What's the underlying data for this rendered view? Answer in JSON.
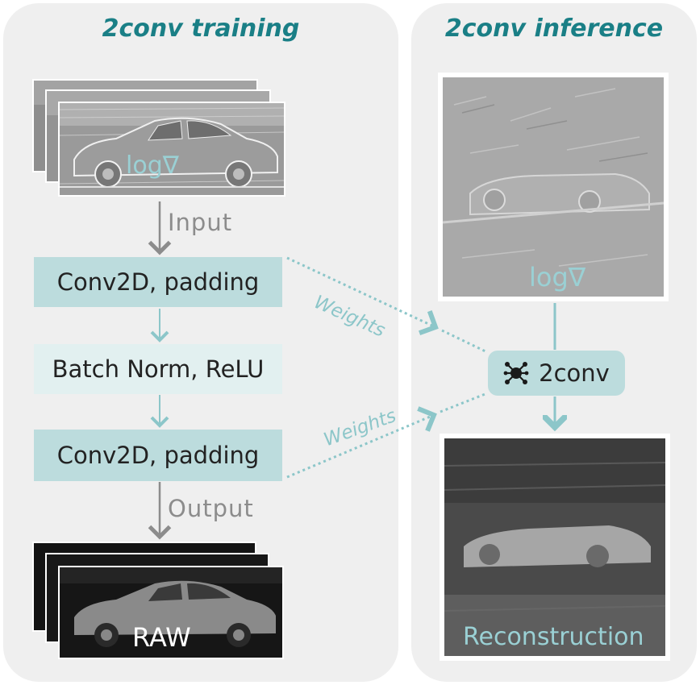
{
  "panels": {
    "left_title": "2conv training",
    "right_title": "2conv inference"
  },
  "flow": {
    "input_label": "Input",
    "output_label": "Output",
    "conv1": "Conv2D, padding",
    "bn": "Batch Norm, ReLU",
    "conv2": "Conv2D, padding",
    "model": "2conv",
    "weights_1": "Weights",
    "weights_2": "Weights"
  },
  "images": {
    "input_overlay": "log∇",
    "output_overlay": "RAW",
    "inference_input_overlay": "log∇",
    "inference_output_overlay": "Reconstruction"
  },
  "colors": {
    "title": "#1a7f86",
    "box_dark": "#bcdcdd",
    "box_light": "#e2f0f0",
    "arrow_gray": "#8c8c8c",
    "arrow_teal": "#8cc6c9"
  },
  "icons": {
    "model": "network-icon"
  }
}
